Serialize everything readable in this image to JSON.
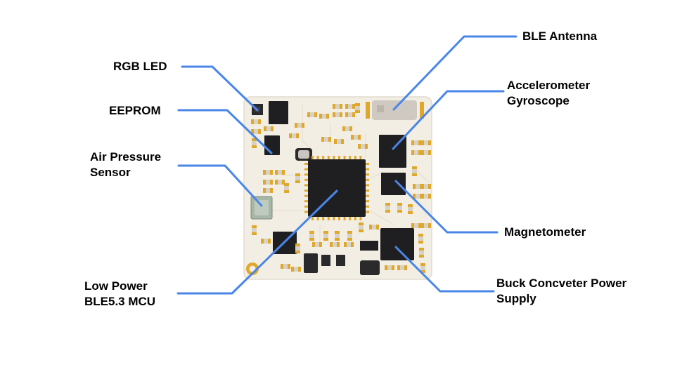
{
  "colors": {
    "leader_line": "#4a86e8",
    "board": "#f3eee4",
    "board_edge": "#e2dccf",
    "chip": "#1f1f21",
    "pad_gold": "#e0a82a",
    "passive_body": "#d8d2c6",
    "antenna": "#c9c4bd"
  },
  "labels": {
    "ble_antenna": [
      "BLE Antenna"
    ],
    "rgb_led": [
      "RGB LED"
    ],
    "accel_gyro": [
      "Accelerometer",
      "Gyroscope"
    ],
    "eeprom": [
      "EEPROM"
    ],
    "air_pressure": [
      "Air Pressure",
      "Sensor"
    ],
    "magnetometer": [
      "Magnetometer"
    ],
    "mcu": [
      "Low Power",
      "BLE5.3 MCU"
    ],
    "buck": [
      "Buck Concveter Power",
      "Supply"
    ]
  }
}
